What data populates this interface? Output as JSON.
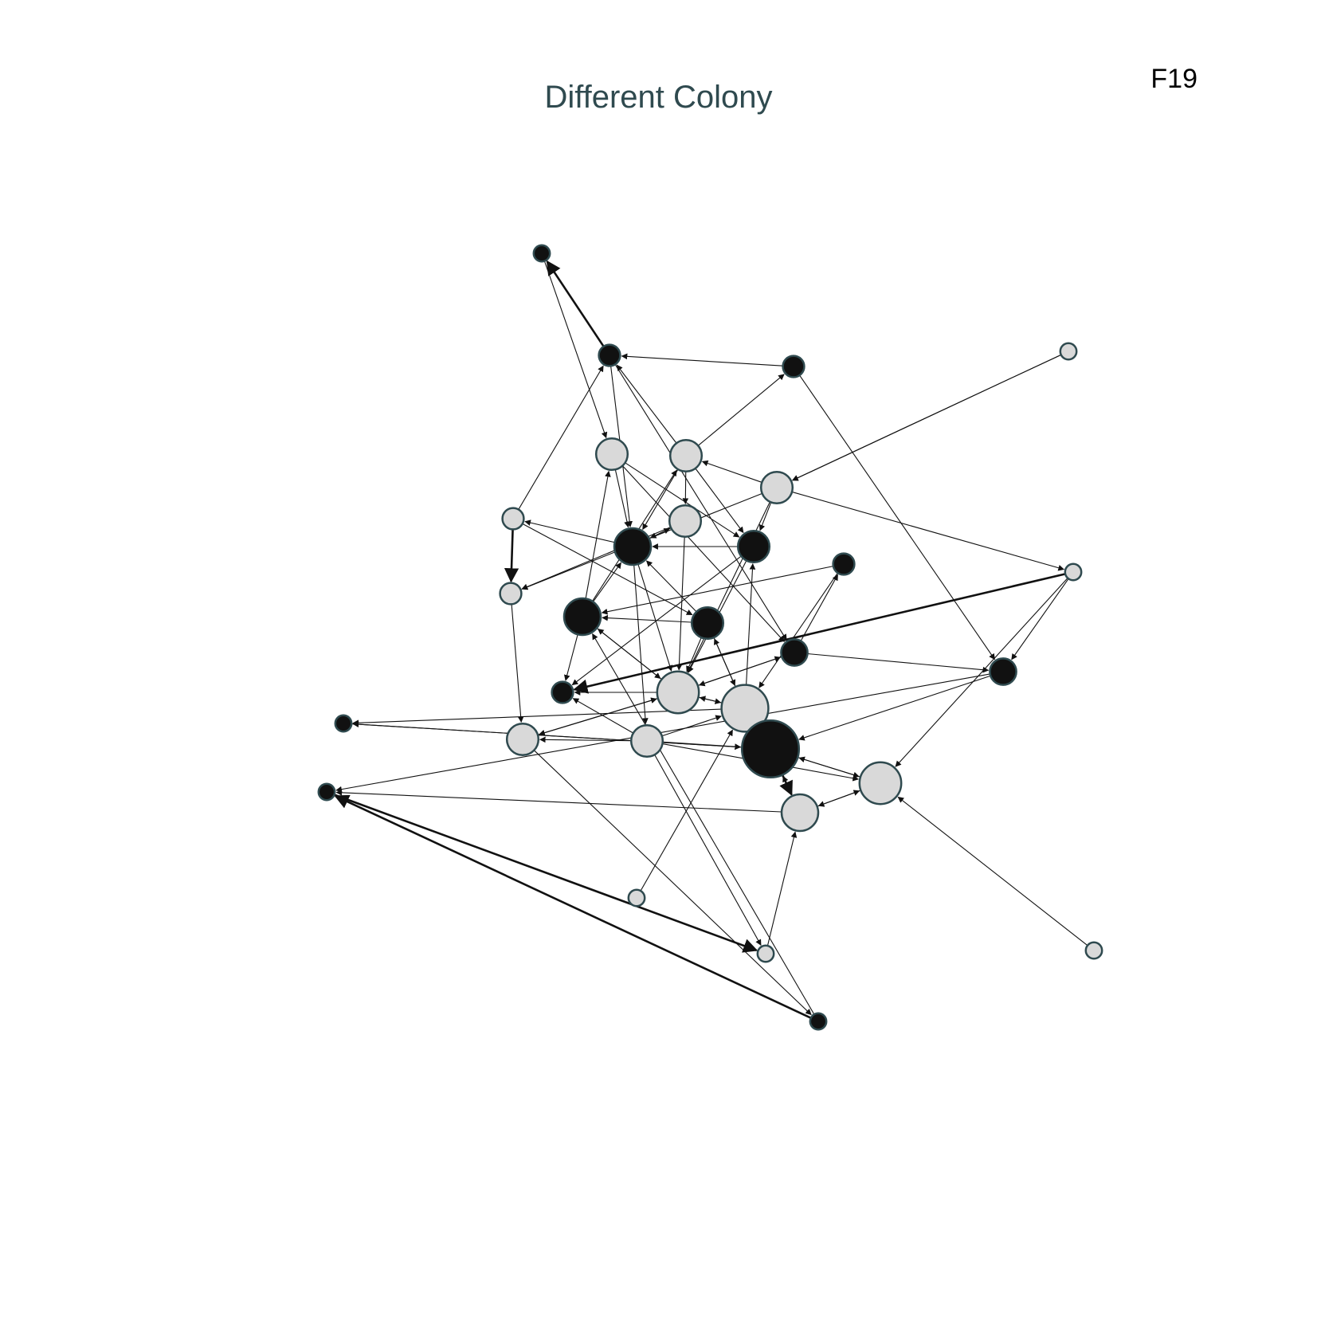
{
  "title": "Different Colony",
  "panel_label": "F19",
  "colors": {
    "dark_node": "#111111",
    "light_node": "#d9d9d9",
    "node_stroke": "#2f4a4f",
    "edge": "#111111"
  },
  "graph": {
    "nodes": [
      {
        "id": "n1",
        "shade": "dark",
        "weight": 1
      },
      {
        "id": "n2",
        "shade": "dark",
        "weight": 2
      },
      {
        "id": "n3",
        "shade": "dark",
        "weight": 2
      },
      {
        "id": "n4",
        "shade": "light",
        "weight": 1
      },
      {
        "id": "n5",
        "shade": "light",
        "weight": 4
      },
      {
        "id": "n6",
        "shade": "light",
        "weight": 4
      },
      {
        "id": "n7",
        "shade": "light",
        "weight": 4
      },
      {
        "id": "n8",
        "shade": "light",
        "weight": 4
      },
      {
        "id": "n9",
        "shade": "light",
        "weight": 2
      },
      {
        "id": "n10",
        "shade": "dark",
        "weight": 5
      },
      {
        "id": "n11",
        "shade": "dark",
        "weight": 4
      },
      {
        "id": "n12",
        "shade": "light",
        "weight": 2
      },
      {
        "id": "n13",
        "shade": "dark",
        "weight": 2
      },
      {
        "id": "n14",
        "shade": "dark",
        "weight": 5
      },
      {
        "id": "n15",
        "shade": "dark",
        "weight": 4
      },
      {
        "id": "n16",
        "shade": "dark",
        "weight": 3
      },
      {
        "id": "n17",
        "shade": "light",
        "weight": 1
      },
      {
        "id": "n18",
        "shade": "dark",
        "weight": 2
      },
      {
        "id": "n19",
        "shade": "dark",
        "weight": 3
      },
      {
        "id": "n20",
        "shade": "light",
        "weight": 6
      },
      {
        "id": "n21",
        "shade": "light",
        "weight": 7
      },
      {
        "id": "n22",
        "shade": "dark",
        "weight": 9
      },
      {
        "id": "n23",
        "shade": "dark",
        "weight": 1
      },
      {
        "id": "n24",
        "shade": "light",
        "weight": 4
      },
      {
        "id": "n25",
        "shade": "light",
        "weight": 4
      },
      {
        "id": "n26",
        "shade": "light",
        "weight": 6
      },
      {
        "id": "n27",
        "shade": "dark",
        "weight": 1
      },
      {
        "id": "n28",
        "shade": "light",
        "weight": 5
      },
      {
        "id": "n29",
        "shade": "light",
        "weight": 1
      },
      {
        "id": "n30",
        "shade": "light",
        "weight": 1
      },
      {
        "id": "n31",
        "shade": "light",
        "weight": 1
      },
      {
        "id": "n32",
        "shade": "dark",
        "weight": 1
      }
    ],
    "edges": [
      {
        "s": "n2",
        "t": "n1",
        "w": 2
      },
      {
        "s": "n1",
        "t": "n5",
        "w": 1
      },
      {
        "s": "n3",
        "t": "n2",
        "w": 1
      },
      {
        "s": "n2",
        "t": "n10",
        "w": 1
      },
      {
        "s": "n2",
        "t": "n16",
        "w": 1
      },
      {
        "s": "n9",
        "t": "n2",
        "w": 1
      },
      {
        "s": "n6",
        "t": "n3",
        "w": 1
      },
      {
        "s": "n3",
        "t": "n19",
        "w": 1
      },
      {
        "s": "n7",
        "t": "n6",
        "w": 1
      },
      {
        "s": "n4",
        "t": "n7",
        "w": 1
      },
      {
        "s": "n7",
        "t": "n17",
        "w": 1
      },
      {
        "s": "n5",
        "t": "n10",
        "w": 1
      },
      {
        "s": "n5",
        "t": "n11",
        "w": 1
      },
      {
        "s": "n6",
        "t": "n10",
        "w": 1
      },
      {
        "s": "n6",
        "t": "n11",
        "w": 1
      },
      {
        "s": "n6",
        "t": "n8",
        "w": 1
      },
      {
        "s": "n8",
        "t": "n12",
        "w": 1
      },
      {
        "s": "n8",
        "t": "n10",
        "w": 1
      },
      {
        "s": "n11",
        "t": "n10",
        "w": 1
      },
      {
        "s": "n11",
        "t": "n20",
        "w": 1
      },
      {
        "s": "n14",
        "t": "n5",
        "w": 1
      },
      {
        "s": "n14",
        "t": "n6",
        "w": 1
      },
      {
        "s": "n14",
        "t": "n10",
        "w": 1
      },
      {
        "s": "n13",
        "t": "n14",
        "w": 1
      },
      {
        "s": "n9",
        "t": "n12",
        "w": 2
      },
      {
        "s": "n12",
        "t": "n24",
        "w": 1
      },
      {
        "s": "n9",
        "t": "n15",
        "w": 1
      },
      {
        "s": "n15",
        "t": "n14",
        "w": 1
      },
      {
        "s": "n14",
        "t": "n20",
        "w": 1
      },
      {
        "s": "n14",
        "t": "n18",
        "w": 1
      },
      {
        "s": "n15",
        "t": "n20",
        "w": 1
      },
      {
        "s": "n15",
        "t": "n21",
        "w": 1
      },
      {
        "s": "n10",
        "t": "n25",
        "w": 1
      },
      {
        "s": "n10",
        "t": "n9",
        "w": 1
      },
      {
        "s": "n16",
        "t": "n19",
        "w": 1
      },
      {
        "s": "n16",
        "t": "n20",
        "w": 1
      },
      {
        "s": "n20",
        "t": "n18",
        "w": 1
      },
      {
        "s": "n20",
        "t": "n24",
        "w": 1
      },
      {
        "s": "n20",
        "t": "n21",
        "w": 1
      },
      {
        "s": "n21",
        "t": "n20",
        "w": 1
      },
      {
        "s": "n21",
        "t": "n23",
        "w": 1
      },
      {
        "s": "n21",
        "t": "n11",
        "w": 1
      },
      {
        "s": "n25",
        "t": "n24",
        "w": 1
      },
      {
        "s": "n25",
        "t": "n21",
        "w": 1
      },
      {
        "s": "n25",
        "t": "n22",
        "w": 1
      },
      {
        "s": "n25",
        "t": "n26",
        "w": 1
      },
      {
        "s": "n25",
        "t": "n29",
        "w": 1
      },
      {
        "s": "n22",
        "t": "n21",
        "w": 1
      },
      {
        "s": "n22",
        "t": "n28",
        "w": 2
      },
      {
        "s": "n28",
        "t": "n22",
        "w": 1
      },
      {
        "s": "n22",
        "t": "n26",
        "w": 1
      },
      {
        "s": "n26",
        "t": "n22",
        "w": 1
      },
      {
        "s": "n28",
        "t": "n26",
        "w": 1
      },
      {
        "s": "n26",
        "t": "n28",
        "w": 1
      },
      {
        "s": "n23",
        "t": "n22",
        "w": 1
      },
      {
        "s": "n19",
        "t": "n22",
        "w": 1
      },
      {
        "s": "n17",
        "t": "n19",
        "w": 1
      },
      {
        "s": "n17",
        "t": "n26",
        "w": 1
      },
      {
        "s": "n27",
        "t": "n29",
        "w": 2
      },
      {
        "s": "n29",
        "t": "n28",
        "w": 1
      },
      {
        "s": "n28",
        "t": "n27",
        "w": 1
      },
      {
        "s": "n32",
        "t": "n27",
        "w": 2
      },
      {
        "s": "n24",
        "t": "n32",
        "w": 1
      },
      {
        "s": "n32",
        "t": "n14",
        "w": 1
      },
      {
        "s": "n30",
        "t": "n21",
        "w": 1
      },
      {
        "s": "n31",
        "t": "n26",
        "w": 1
      },
      {
        "s": "n4",
        "t": "n7",
        "w": 1
      },
      {
        "s": "n17",
        "t": "n18",
        "w": 2
      },
      {
        "s": "n13",
        "t": "n21",
        "w": 1
      },
      {
        "s": "n7",
        "t": "n12",
        "w": 1
      },
      {
        "s": "n8",
        "t": "n20",
        "w": 1
      },
      {
        "s": "n15",
        "t": "n10",
        "w": 1
      },
      {
        "s": "n11",
        "t": "n18",
        "w": 1
      },
      {
        "s": "n20",
        "t": "n16",
        "w": 1
      },
      {
        "s": "n21",
        "t": "n15",
        "w": 1
      },
      {
        "s": "n5",
        "t": "n16",
        "w": 1
      },
      {
        "s": "n25",
        "t": "n18",
        "w": 1
      },
      {
        "s": "n16",
        "t": "n13",
        "w": 1
      },
      {
        "s": "n10",
        "t": "n8",
        "w": 1
      },
      {
        "s": "n6",
        "t": "n2",
        "w": 1
      },
      {
        "s": "n22",
        "t": "n23",
        "w": 1
      },
      {
        "s": "n19",
        "t": "n27",
        "w": 1
      },
      {
        "s": "n20",
        "t": "n14",
        "w": 1
      },
      {
        "s": "n10",
        "t": "n20",
        "w": 1
      },
      {
        "s": "n7",
        "t": "n20",
        "w": 1
      },
      {
        "s": "n7",
        "t": "n11",
        "w": 1
      },
      {
        "s": "n24",
        "t": "n20",
        "w": 1
      }
    ]
  }
}
